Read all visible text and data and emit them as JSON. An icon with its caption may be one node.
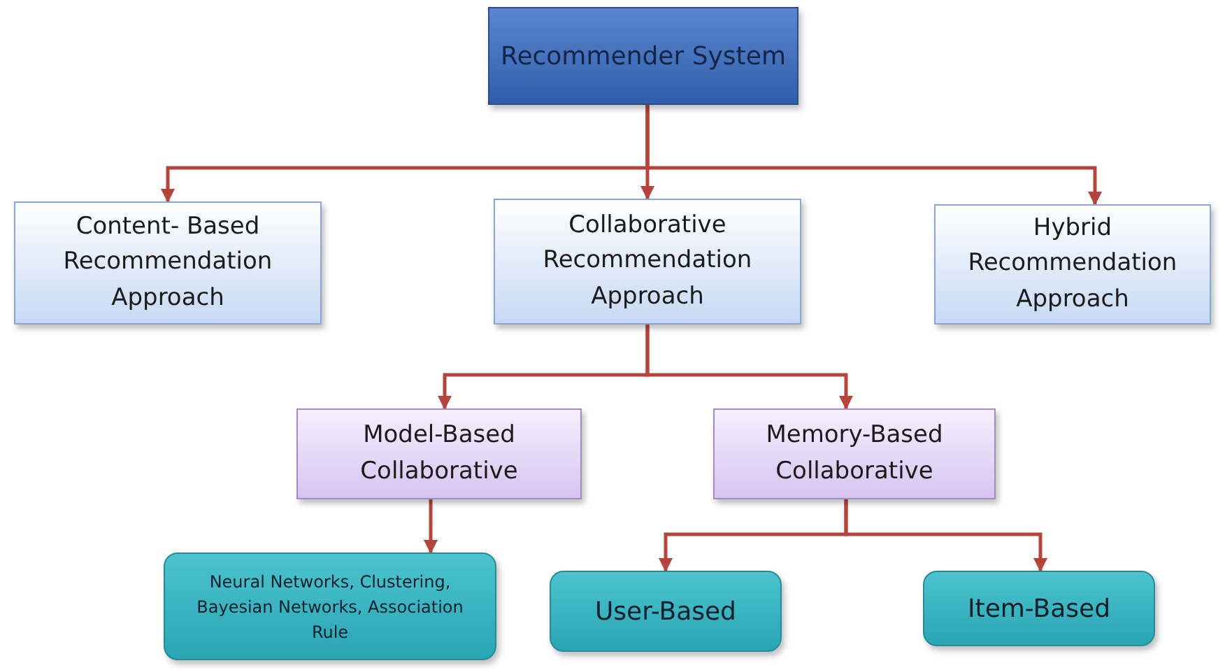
{
  "diagram": {
    "nodes": [
      {
        "text": [
          "Recommender System"
        ]
      },
      {
        "text": [
          "Content- Based Recommendation Approach"
        ]
      },
      {
        "text": [
          "Collaborative Recommendation Approach"
        ]
      },
      {
        "text": [
          "Hybrid Recommendation Approach"
        ]
      },
      {
        "text": [
          "Model-Based Collaborative"
        ]
      },
      {
        "text": [
          "Memory-Based Collaborative"
        ]
      },
      {
        "text": [
          "Neural Networks, Clustering, Bayesian Networks, Association Rule"
        ]
      },
      {
        "text": [
          "User-Based"
        ]
      },
      {
        "text": [
          "Item-Based"
        ]
      }
    ],
    "edges": [
      {
        "from": 0,
        "to": 1,
        "arrow": "to"
      },
      {
        "from": 0,
        "to": 2,
        "arrow": "to"
      },
      {
        "from": 0,
        "to": 3,
        "arrow": "to"
      },
      {
        "from": 2,
        "to": 4,
        "arrow": "to"
      },
      {
        "from": 2,
        "to": 5,
        "arrow": "to"
      },
      {
        "from": 4,
        "to": 6,
        "arrow": "to"
      },
      {
        "from": 5,
        "to": 7,
        "arrow": "to"
      },
      {
        "from": 5,
        "to": 8,
        "arrow": "to"
      }
    ]
  }
}
